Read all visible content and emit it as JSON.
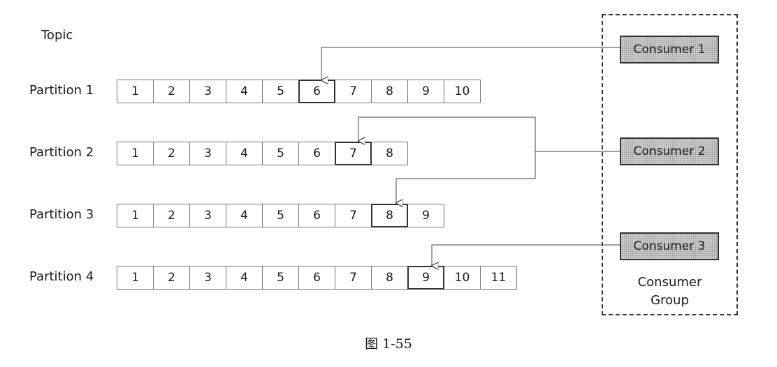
{
  "topic_label": "Topic",
  "partitions": [
    {
      "label": "Partition 1",
      "cells": [
        "1",
        "2",
        "3",
        "4",
        "5",
        "6",
        "7",
        "8",
        "9",
        "10"
      ],
      "current": "6"
    },
    {
      "label": "Partition 2",
      "cells": [
        "1",
        "2",
        "3",
        "4",
        "5",
        "6",
        "7",
        "8"
      ],
      "current": "7"
    },
    {
      "label": "Partition 3",
      "cells": [
        "1",
        "2",
        "3",
        "4",
        "5",
        "6",
        "7",
        "8",
        "9"
      ],
      "current": "8"
    },
    {
      "label": "Partition 4",
      "cells": [
        "1",
        "2",
        "3",
        "4",
        "5",
        "6",
        "7",
        "8",
        "9",
        "10",
        "11"
      ],
      "current": "9"
    }
  ],
  "consumers": [
    "Consumer 1",
    "Consumer 2",
    "Consumer 3"
  ],
  "group_label_line1": "Consumer",
  "group_label_line2": "Group",
  "caption": "图 1-55"
}
